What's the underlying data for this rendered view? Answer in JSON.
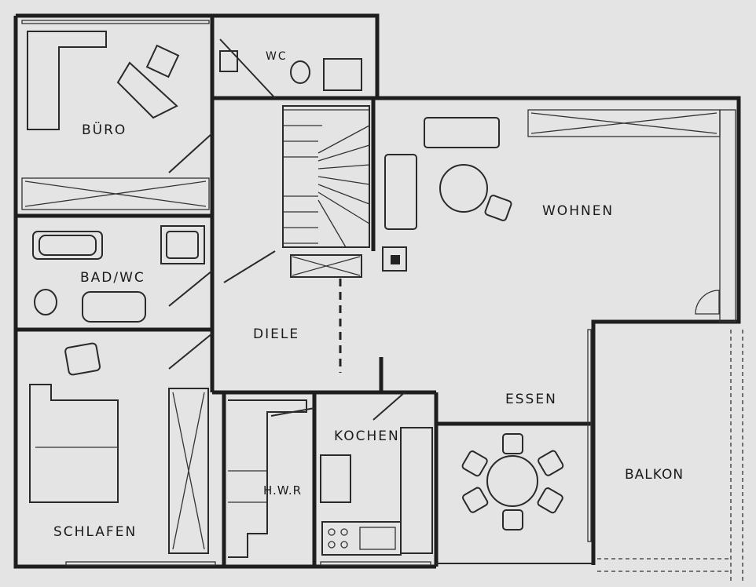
{
  "rooms": {
    "buero": "BÜRO",
    "wc": "WC",
    "bad_wc": "BAD/WC",
    "schlafen": "SCHLAFEN",
    "diele": "DIELE",
    "hwr": "H.W.R",
    "kochen": "KOCHEN",
    "wohnen": "WOHNEN",
    "essen": "ESSEN",
    "balkon": "BALKON"
  }
}
